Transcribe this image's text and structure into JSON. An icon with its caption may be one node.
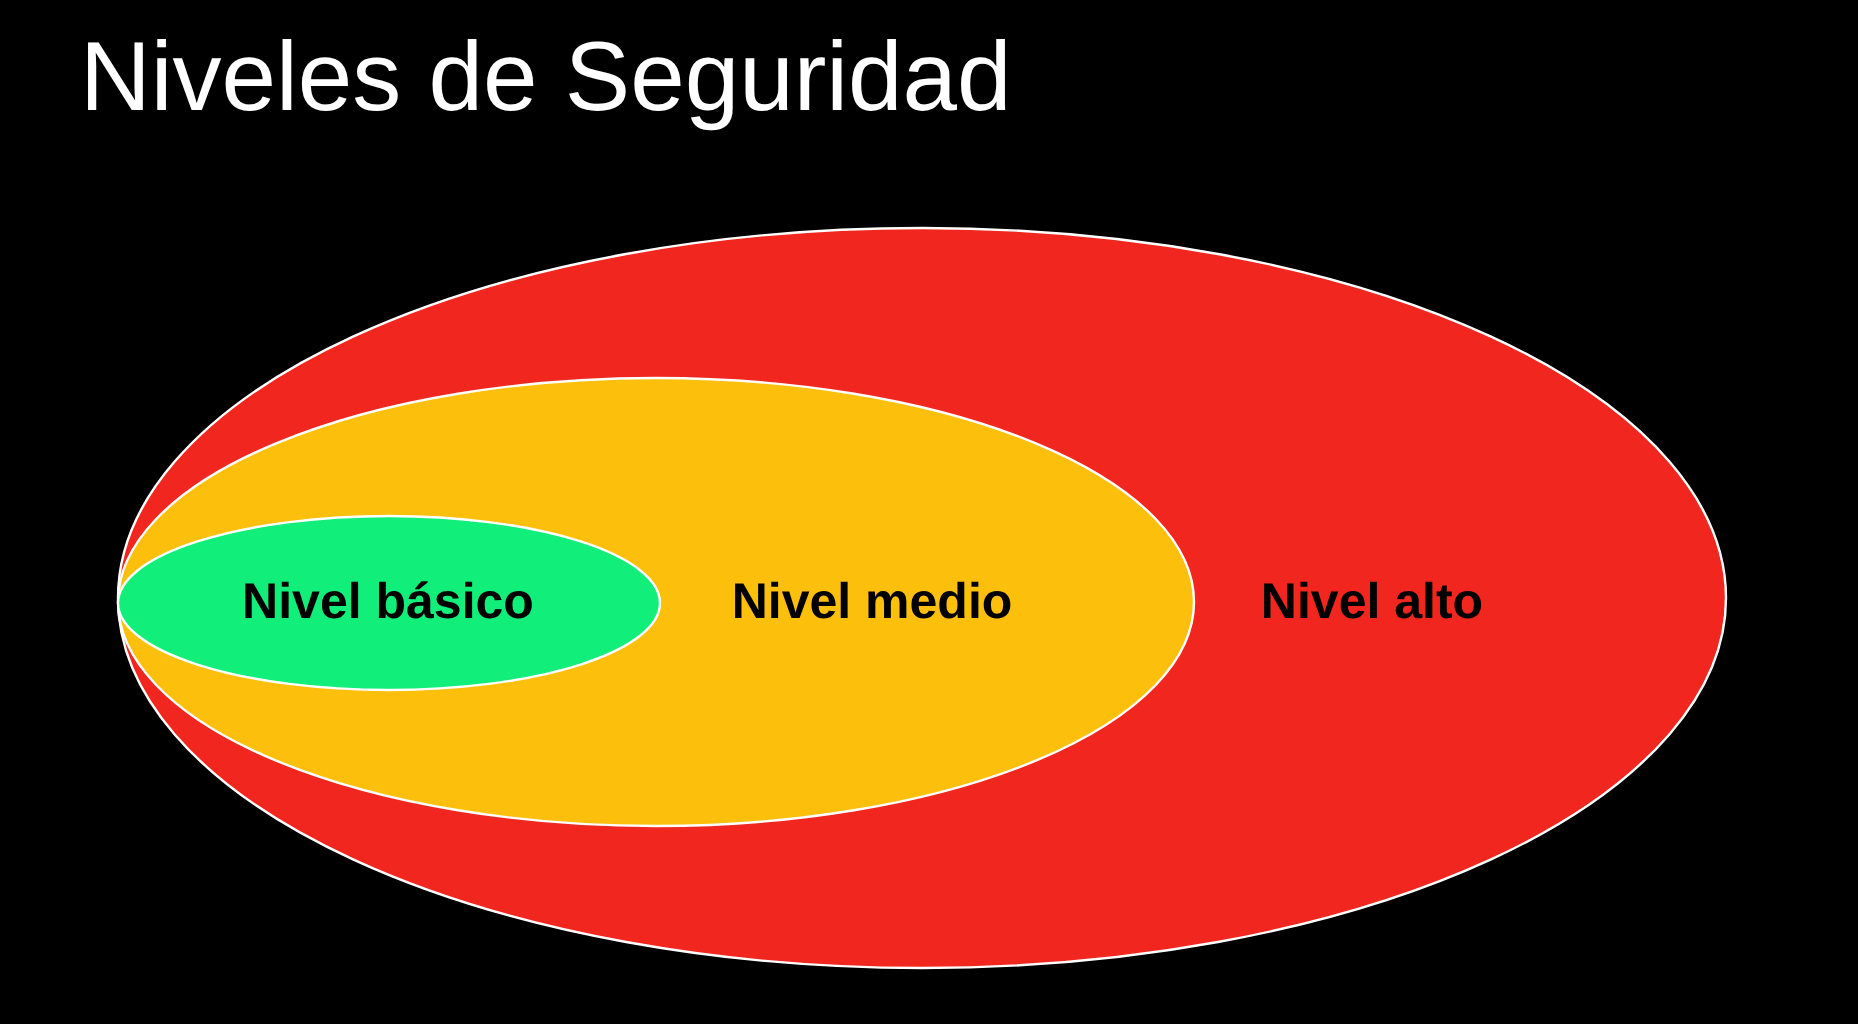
{
  "diagram": {
    "title": "Niveles de Seguridad",
    "nodes": [
      {
        "text": [
          "Nivel alto"
        ]
      },
      {
        "text": [
          "Nivel medio"
        ],
        "in": 0
      },
      {
        "text": [
          "Nivel básico"
        ],
        "in": 1
      }
    ]
  }
}
